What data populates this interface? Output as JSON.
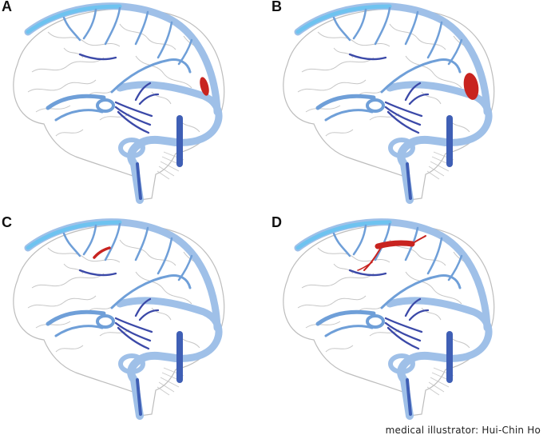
{
  "panels": [
    {
      "label": "A",
      "lesion": "small-posterior"
    },
    {
      "label": "B",
      "lesion": "large-posterior"
    },
    {
      "label": "C",
      "lesion": "small-superior"
    },
    {
      "label": "D",
      "lesion": "large-superior"
    }
  ],
  "credit": "medical illustrator: Hui-Chin Ho",
  "colors": {
    "brain_outline": "#c8c8c8",
    "vein_light": "#9fc0e8",
    "vein_mid": "#6f9fd8",
    "vein_deep": "#3b49a8",
    "vein_dark": "#3f5fb5",
    "sinus_highlight": "#6ec3f0",
    "thrombus": "#c8231f"
  }
}
